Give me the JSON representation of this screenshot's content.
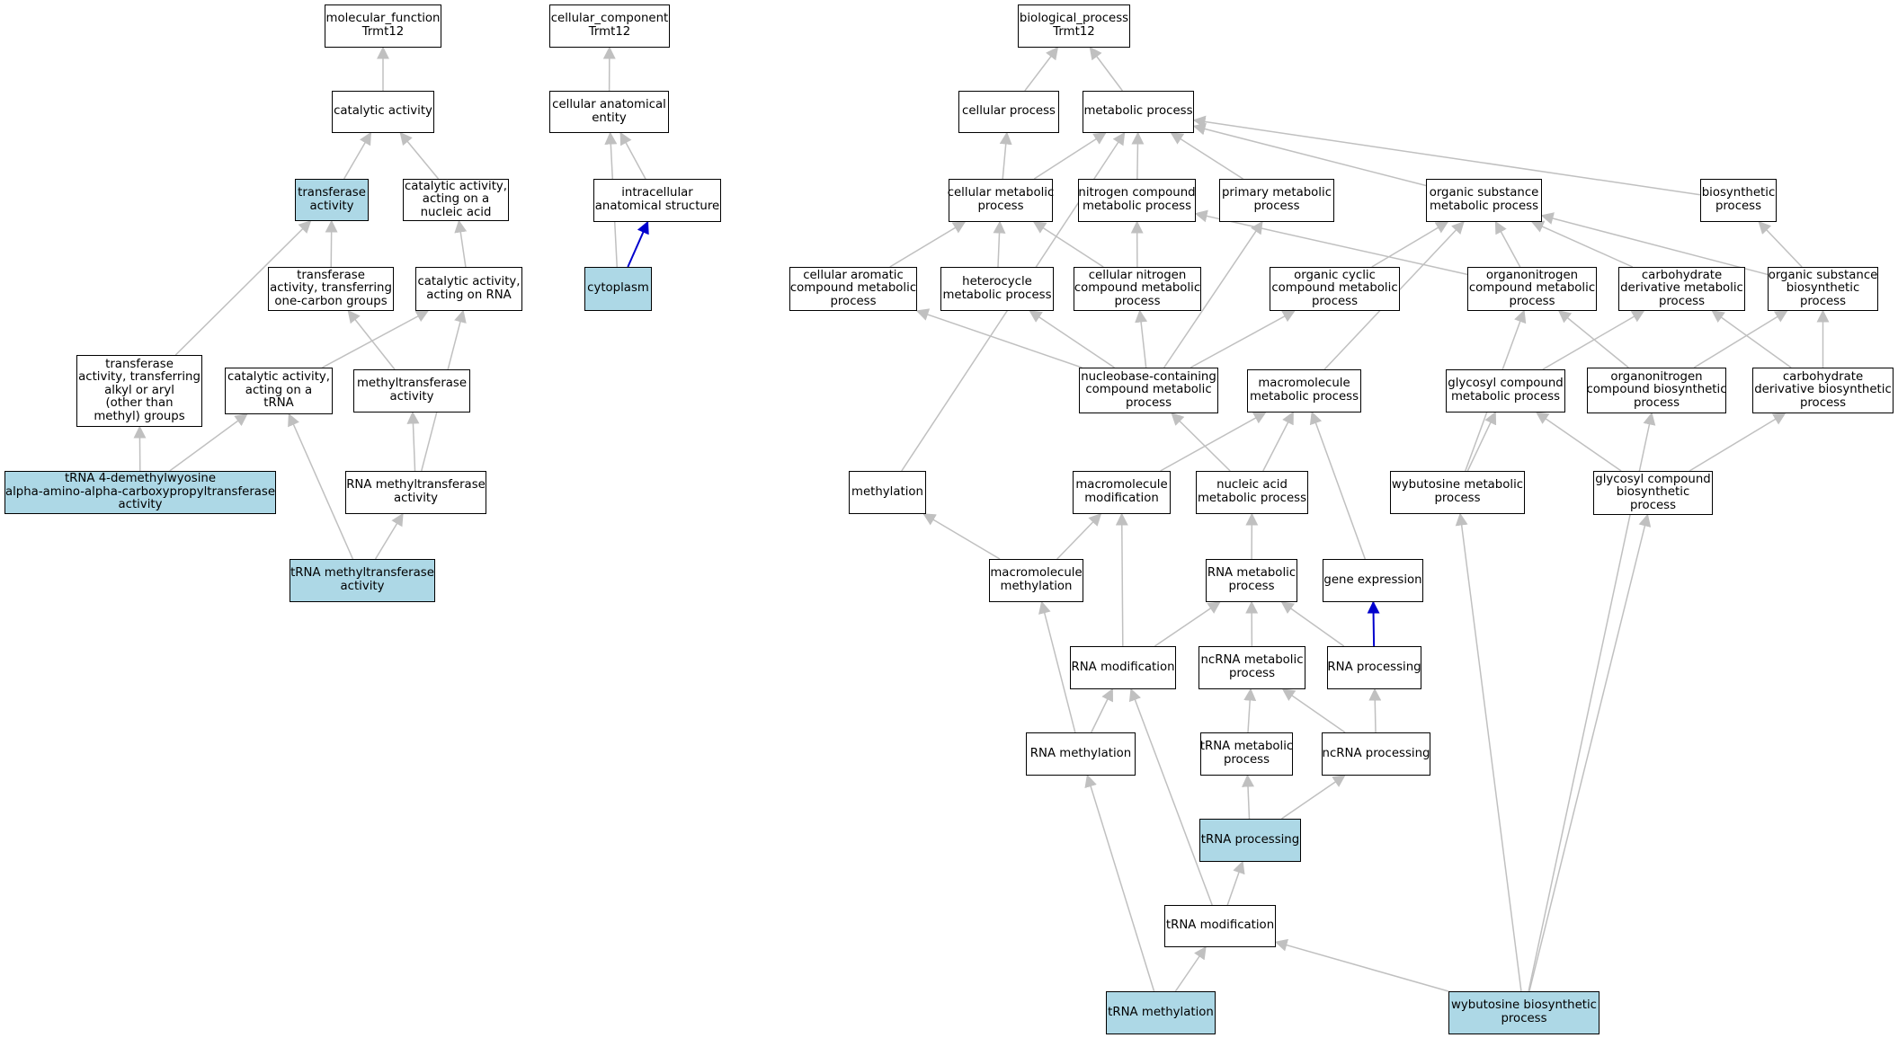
{
  "colors": {
    "node_fill": "#ffffff",
    "highlight_fill": "#add8e6",
    "edge_gray": "#c0c0c0",
    "edge_blue": "#0000cd"
  },
  "nodes": [
    {
      "id": "molecular_function",
      "lines": [
        "molecular_function",
        "Trmt12"
      ],
      "highlight": false
    },
    {
      "id": "catalytic_activity",
      "lines": [
        "catalytic activity"
      ],
      "highlight": false
    },
    {
      "id": "transferase_activity",
      "lines": [
        "transferase",
        "activity"
      ],
      "highlight": true
    },
    {
      "id": "cat_nucleic",
      "lines": [
        "catalytic activity,",
        "acting on a",
        "nucleic acid"
      ],
      "highlight": false
    },
    {
      "id": "transferase_one_carbon",
      "lines": [
        "transferase",
        "activity, transferring",
        "one-carbon groups"
      ],
      "highlight": false
    },
    {
      "id": "cat_rna",
      "lines": [
        "catalytic activity,",
        "acting on RNA"
      ],
      "highlight": false
    },
    {
      "id": "transferase_alkyl",
      "lines": [
        "transferase",
        "activity, transferring",
        "alkyl or aryl",
        "(other than",
        "methyl) groups"
      ],
      "highlight": false
    },
    {
      "id": "cat_trna",
      "lines": [
        "catalytic activity,",
        "acting on a",
        "tRNA"
      ],
      "highlight": false
    },
    {
      "id": "methyltransferase",
      "lines": [
        "methyltransferase",
        "activity"
      ],
      "highlight": false
    },
    {
      "id": "trna_4_demethyl",
      "lines": [
        "tRNA 4-demethylwyosine",
        "alpha-amino-alpha-carboxypropyltransferase",
        "activity"
      ],
      "highlight": true
    },
    {
      "id": "rna_methyltransferase",
      "lines": [
        "RNA methyltransferase",
        "activity"
      ],
      "highlight": false
    },
    {
      "id": "trna_methyltransferase",
      "lines": [
        "tRNA methyltransferase",
        "activity"
      ],
      "highlight": true
    },
    {
      "id": "cellular_component",
      "lines": [
        "cellular_component",
        "Trmt12"
      ],
      "highlight": false
    },
    {
      "id": "cellular_anatomical_entity",
      "lines": [
        "cellular anatomical",
        "entity"
      ],
      "highlight": false
    },
    {
      "id": "intracellular_structure",
      "lines": [
        "intracellular",
        "anatomical structure"
      ],
      "highlight": false
    },
    {
      "id": "cytoplasm",
      "lines": [
        "cytoplasm"
      ],
      "highlight": true
    },
    {
      "id": "biological_process",
      "lines": [
        "biological_process",
        "Trmt12"
      ],
      "highlight": false
    },
    {
      "id": "cellular_process",
      "lines": [
        "cellular process"
      ],
      "highlight": false
    },
    {
      "id": "metabolic_process",
      "lines": [
        "metabolic process"
      ],
      "highlight": false
    },
    {
      "id": "cellular_metabolic",
      "lines": [
        "cellular metabolic",
        "process"
      ],
      "highlight": false
    },
    {
      "id": "nitrogen_compound",
      "lines": [
        "nitrogen compound",
        "metabolic process"
      ],
      "highlight": false
    },
    {
      "id": "primary_metabolic",
      "lines": [
        "primary metabolic",
        "process"
      ],
      "highlight": false
    },
    {
      "id": "organic_substance_metabolic",
      "lines": [
        "organic substance",
        "metabolic process"
      ],
      "highlight": false
    },
    {
      "id": "biosynthetic_process",
      "lines": [
        "biosynthetic",
        "process"
      ],
      "highlight": false
    },
    {
      "id": "cellular_aromatic",
      "lines": [
        "cellular aromatic",
        "compound metabolic",
        "process"
      ],
      "highlight": false
    },
    {
      "id": "heterocycle_metabolic",
      "lines": [
        "heterocycle",
        "metabolic process"
      ],
      "highlight": false
    },
    {
      "id": "cellular_nitrogen",
      "lines": [
        "cellular nitrogen",
        "compound metabolic",
        "process"
      ],
      "highlight": false
    },
    {
      "id": "organic_cyclic",
      "lines": [
        "organic cyclic",
        "compound metabolic",
        "process"
      ],
      "highlight": false
    },
    {
      "id": "organonitrogen_metabolic",
      "lines": [
        "organonitrogen",
        "compound metabolic",
        "process"
      ],
      "highlight": false
    },
    {
      "id": "carbohydrate_derivative_metabolic",
      "lines": [
        "carbohydrate",
        "derivative metabolic",
        "process"
      ],
      "highlight": false
    },
    {
      "id": "organic_substance_biosynthetic",
      "lines": [
        "organic substance",
        "biosynthetic",
        "process"
      ],
      "highlight": false
    },
    {
      "id": "nucleobase_containing",
      "lines": [
        "nucleobase-containing",
        "compound metabolic",
        "process"
      ],
      "highlight": false
    },
    {
      "id": "macromolecule_metabolic",
      "lines": [
        "macromolecule",
        "metabolic process"
      ],
      "highlight": false
    },
    {
      "id": "glycosyl_metabolic",
      "lines": [
        "glycosyl compound",
        "metabolic process"
      ],
      "highlight": false
    },
    {
      "id": "organonitrogen_biosynthetic",
      "lines": [
        "organonitrogen",
        "compound biosynthetic",
        "process"
      ],
      "highlight": false
    },
    {
      "id": "carbohydrate_derivative_biosynthetic",
      "lines": [
        "carbohydrate",
        "derivative biosynthetic",
        "process"
      ],
      "highlight": false
    },
    {
      "id": "methylation",
      "lines": [
        "methylation"
      ],
      "highlight": false
    },
    {
      "id": "macromolecule_modification",
      "lines": [
        "macromolecule",
        "modification"
      ],
      "highlight": false
    },
    {
      "id": "nucleic_acid_metabolic",
      "lines": [
        "nucleic acid",
        "metabolic process"
      ],
      "highlight": false
    },
    {
      "id": "wybutosine_metabolic",
      "lines": [
        "wybutosine metabolic",
        "process"
      ],
      "highlight": false
    },
    {
      "id": "glycosyl_biosynthetic",
      "lines": [
        "glycosyl compound",
        "biosynthetic",
        "process"
      ],
      "highlight": false
    },
    {
      "id": "macromolecule_methylation",
      "lines": [
        "macromolecule",
        "methylation"
      ],
      "highlight": false
    },
    {
      "id": "rna_metabolic",
      "lines": [
        "RNA metabolic",
        "process"
      ],
      "highlight": false
    },
    {
      "id": "gene_expression",
      "lines": [
        "gene expression"
      ],
      "highlight": false
    },
    {
      "id": "rna_modification",
      "lines": [
        "RNA modification"
      ],
      "highlight": false
    },
    {
      "id": "ncrna_metabolic",
      "lines": [
        "ncRNA metabolic",
        "process"
      ],
      "highlight": false
    },
    {
      "id": "rna_processing",
      "lines": [
        "RNA processing"
      ],
      "highlight": false
    },
    {
      "id": "rna_methylation",
      "lines": [
        "RNA methylation"
      ],
      "highlight": false
    },
    {
      "id": "trna_metabolic",
      "lines": [
        "tRNA metabolic",
        "process"
      ],
      "highlight": false
    },
    {
      "id": "ncrna_processing",
      "lines": [
        "ncRNA processing"
      ],
      "highlight": false
    },
    {
      "id": "trna_processing",
      "lines": [
        "tRNA processing"
      ],
      "highlight": true
    },
    {
      "id": "trna_modification",
      "lines": [
        "tRNA modification"
      ],
      "highlight": false
    },
    {
      "id": "trna_methylation",
      "lines": [
        "tRNA methylation"
      ],
      "highlight": true
    },
    {
      "id": "wybutosine_biosynthetic",
      "lines": [
        "wybutosine biosynthetic",
        "process"
      ],
      "highlight": true
    }
  ],
  "edges": [
    {
      "from": "catalytic_activity",
      "to": "molecular_function",
      "color": "gray"
    },
    {
      "from": "transferase_activity",
      "to": "catalytic_activity",
      "color": "gray"
    },
    {
      "from": "cat_nucleic",
      "to": "catalytic_activity",
      "color": "gray"
    },
    {
      "from": "transferase_one_carbon",
      "to": "transferase_activity",
      "color": "gray"
    },
    {
      "from": "cat_rna",
      "to": "cat_nucleic",
      "color": "gray"
    },
    {
      "from": "transferase_alkyl",
      "to": "transferase_activity",
      "color": "gray"
    },
    {
      "from": "cat_trna",
      "to": "cat_rna",
      "color": "gray"
    },
    {
      "from": "methyltransferase",
      "to": "transferase_one_carbon",
      "color": "gray"
    },
    {
      "from": "trna_4_demethyl",
      "to": "transferase_alkyl",
      "color": "gray"
    },
    {
      "from": "trna_4_demethyl",
      "to": "cat_trna",
      "color": "gray"
    },
    {
      "from": "rna_methyltransferase",
      "to": "methyltransferase",
      "color": "gray"
    },
    {
      "from": "rna_methyltransferase",
      "to": "cat_rna",
      "color": "gray"
    },
    {
      "from": "trna_methyltransferase",
      "to": "rna_methyltransferase",
      "color": "gray"
    },
    {
      "from": "trna_methyltransferase",
      "to": "cat_trna",
      "color": "gray"
    },
    {
      "from": "cellular_anatomical_entity",
      "to": "cellular_component",
      "color": "gray"
    },
    {
      "from": "intracellular_structure",
      "to": "cellular_anatomical_entity",
      "color": "gray"
    },
    {
      "from": "cytoplasm",
      "to": "intracellular_structure",
      "color": "blue"
    },
    {
      "from": "cytoplasm",
      "to": "cellular_anatomical_entity",
      "color": "gray"
    },
    {
      "from": "cellular_process",
      "to": "biological_process",
      "color": "gray"
    },
    {
      "from": "metabolic_process",
      "to": "biological_process",
      "color": "gray"
    },
    {
      "from": "cellular_metabolic",
      "to": "cellular_process",
      "color": "gray"
    },
    {
      "from": "cellular_metabolic",
      "to": "metabolic_process",
      "color": "gray"
    },
    {
      "from": "nitrogen_compound",
      "to": "metabolic_process",
      "color": "gray"
    },
    {
      "from": "primary_metabolic",
      "to": "metabolic_process",
      "color": "gray"
    },
    {
      "from": "organic_substance_metabolic",
      "to": "metabolic_process",
      "color": "gray"
    },
    {
      "from": "biosynthetic_process",
      "to": "metabolic_process",
      "color": "gray"
    },
    {
      "from": "methylation",
      "to": "metabolic_process",
      "color": "gray"
    },
    {
      "from": "cellular_aromatic",
      "to": "cellular_metabolic",
      "color": "gray"
    },
    {
      "from": "heterocycle_metabolic",
      "to": "cellular_metabolic",
      "color": "gray"
    },
    {
      "from": "cellular_nitrogen",
      "to": "cellular_metabolic",
      "color": "gray"
    },
    {
      "from": "cellular_nitrogen",
      "to": "nitrogen_compound",
      "color": "gray"
    },
    {
      "from": "organic_cyclic",
      "to": "organic_substance_metabolic",
      "color": "gray"
    },
    {
      "from": "organonitrogen_metabolic",
      "to": "organic_substance_metabolic",
      "color": "gray"
    },
    {
      "from": "organonitrogen_metabolic",
      "to": "nitrogen_compound",
      "color": "gray"
    },
    {
      "from": "carbohydrate_derivative_metabolic",
      "to": "organic_substance_metabolic",
      "color": "gray"
    },
    {
      "from": "organic_substance_biosynthetic",
      "to": "organic_substance_metabolic",
      "color": "gray"
    },
    {
      "from": "organic_substance_biosynthetic",
      "to": "biosynthetic_process",
      "color": "gray"
    },
    {
      "from": "nucleobase_containing",
      "to": "cellular_aromatic",
      "color": "gray"
    },
    {
      "from": "nucleobase_containing",
      "to": "heterocycle_metabolic",
      "color": "gray"
    },
    {
      "from": "nucleobase_containing",
      "to": "cellular_nitrogen",
      "color": "gray"
    },
    {
      "from": "nucleobase_containing",
      "to": "organic_cyclic",
      "color": "gray"
    },
    {
      "from": "nucleobase_containing",
      "to": "primary_metabolic",
      "color": "gray"
    },
    {
      "from": "macromolecule_metabolic",
      "to": "organic_substance_metabolic",
      "color": "gray"
    },
    {
      "from": "glycosyl_metabolic",
      "to": "carbohydrate_derivative_metabolic",
      "color": "gray"
    },
    {
      "from": "organonitrogen_biosynthetic",
      "to": "organonitrogen_metabolic",
      "color": "gray"
    },
    {
      "from": "organonitrogen_biosynthetic",
      "to": "organic_substance_biosynthetic",
      "color": "gray"
    },
    {
      "from": "carbohydrate_derivative_biosynthetic",
      "to": "carbohydrate_derivative_metabolic",
      "color": "gray"
    },
    {
      "from": "carbohydrate_derivative_biosynthetic",
      "to": "organic_substance_biosynthetic",
      "color": "gray"
    },
    {
      "from": "macromolecule_modification",
      "to": "macromolecule_metabolic",
      "color": "gray"
    },
    {
      "from": "nucleic_acid_metabolic",
      "to": "nucleobase_containing",
      "color": "gray"
    },
    {
      "from": "nucleic_acid_metabolic",
      "to": "macromolecule_metabolic",
      "color": "gray"
    },
    {
      "from": "wybutosine_metabolic",
      "to": "glycosyl_metabolic",
      "color": "gray"
    },
    {
      "from": "wybutosine_metabolic",
      "to": "organonitrogen_metabolic",
      "color": "gray"
    },
    {
      "from": "glycosyl_biosynthetic",
      "to": "glycosyl_metabolic",
      "color": "gray"
    },
    {
      "from": "glycosyl_biosynthetic",
      "to": "carbohydrate_derivative_biosynthetic",
      "color": "gray"
    },
    {
      "from": "macromolecule_methylation",
      "to": "methylation",
      "color": "gray"
    },
    {
      "from": "macromolecule_methylation",
      "to": "macromolecule_modification",
      "color": "gray"
    },
    {
      "from": "rna_metabolic",
      "to": "nucleic_acid_metabolic",
      "color": "gray"
    },
    {
      "from": "gene_expression",
      "to": "macromolecule_metabolic",
      "color": "gray"
    },
    {
      "from": "rna_modification",
      "to": "rna_metabolic",
      "color": "gray"
    },
    {
      "from": "rna_modification",
      "to": "macromolecule_modification",
      "color": "gray"
    },
    {
      "from": "ncrna_metabolic",
      "to": "rna_metabolic",
      "color": "gray"
    },
    {
      "from": "rna_processing",
      "to": "rna_metabolic",
      "color": "gray"
    },
    {
      "from": "rna_processing",
      "to": "gene_expression",
      "color": "blue"
    },
    {
      "from": "rna_methylation",
      "to": "rna_modification",
      "color": "gray"
    },
    {
      "from": "rna_methylation",
      "to": "macromolecule_methylation",
      "color": "gray"
    },
    {
      "from": "trna_metabolic",
      "to": "ncrna_metabolic",
      "color": "gray"
    },
    {
      "from": "ncrna_processing",
      "to": "ncrna_metabolic",
      "color": "gray"
    },
    {
      "from": "ncrna_processing",
      "to": "rna_processing",
      "color": "gray"
    },
    {
      "from": "trna_processing",
      "to": "trna_metabolic",
      "color": "gray"
    },
    {
      "from": "trna_processing",
      "to": "ncrna_processing",
      "color": "gray"
    },
    {
      "from": "trna_modification",
      "to": "trna_processing",
      "color": "gray"
    },
    {
      "from": "trna_modification",
      "to": "rna_modification",
      "color": "gray"
    },
    {
      "from": "trna_methylation",
      "to": "trna_modification",
      "color": "gray"
    },
    {
      "from": "trna_methylation",
      "to": "rna_methylation",
      "color": "gray"
    },
    {
      "from": "wybutosine_biosynthetic",
      "to": "trna_modification",
      "color": "gray"
    },
    {
      "from": "wybutosine_biosynthetic",
      "to": "wybutosine_metabolic",
      "color": "gray"
    },
    {
      "from": "wybutosine_biosynthetic",
      "to": "organonitrogen_biosynthetic",
      "color": "gray"
    },
    {
      "from": "wybutosine_biosynthetic",
      "to": "glycosyl_biosynthetic",
      "color": "gray"
    }
  ]
}
